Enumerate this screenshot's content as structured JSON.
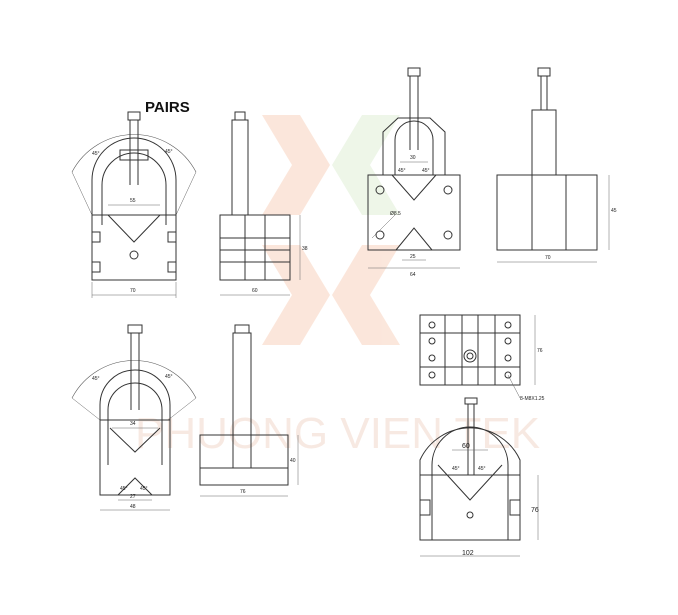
{
  "heading": "PAIRS",
  "watermark": "PHUONG VIEN TEK",
  "colors": {
    "line": "#333333",
    "watermark_orange": "#f4b99a",
    "watermark_green": "#cfe6c0"
  },
  "views": {
    "front_top_left": {
      "angle_left": "45°",
      "angle_right": "45°",
      "inner": "55",
      "width": "70"
    },
    "side_top_left": {
      "width": "60",
      "height": "38"
    },
    "front_top_right": {
      "top": "30",
      "angle_left": "45°",
      "angle_right": "45°",
      "hole": "Ø8.5",
      "inner": "25",
      "width": "64"
    },
    "side_top_right": {
      "height": "45",
      "width": "70"
    },
    "front_bottom_left": {
      "angle_left": "45°",
      "angle_right": "45°",
      "top": "34",
      "angle_lower_left": "45°",
      "angle_lower_right": "45°",
      "inner": "27",
      "width": "48"
    },
    "side_bottom_left": {
      "height": "40",
      "width": "76"
    },
    "top_bottom_right": {
      "height": "76",
      "thread": "8-M8X1.25"
    },
    "front_bottom_right": {
      "top": "60",
      "angle_left": "45°",
      "angle_right": "45°",
      "height": "76",
      "width": "102"
    }
  }
}
